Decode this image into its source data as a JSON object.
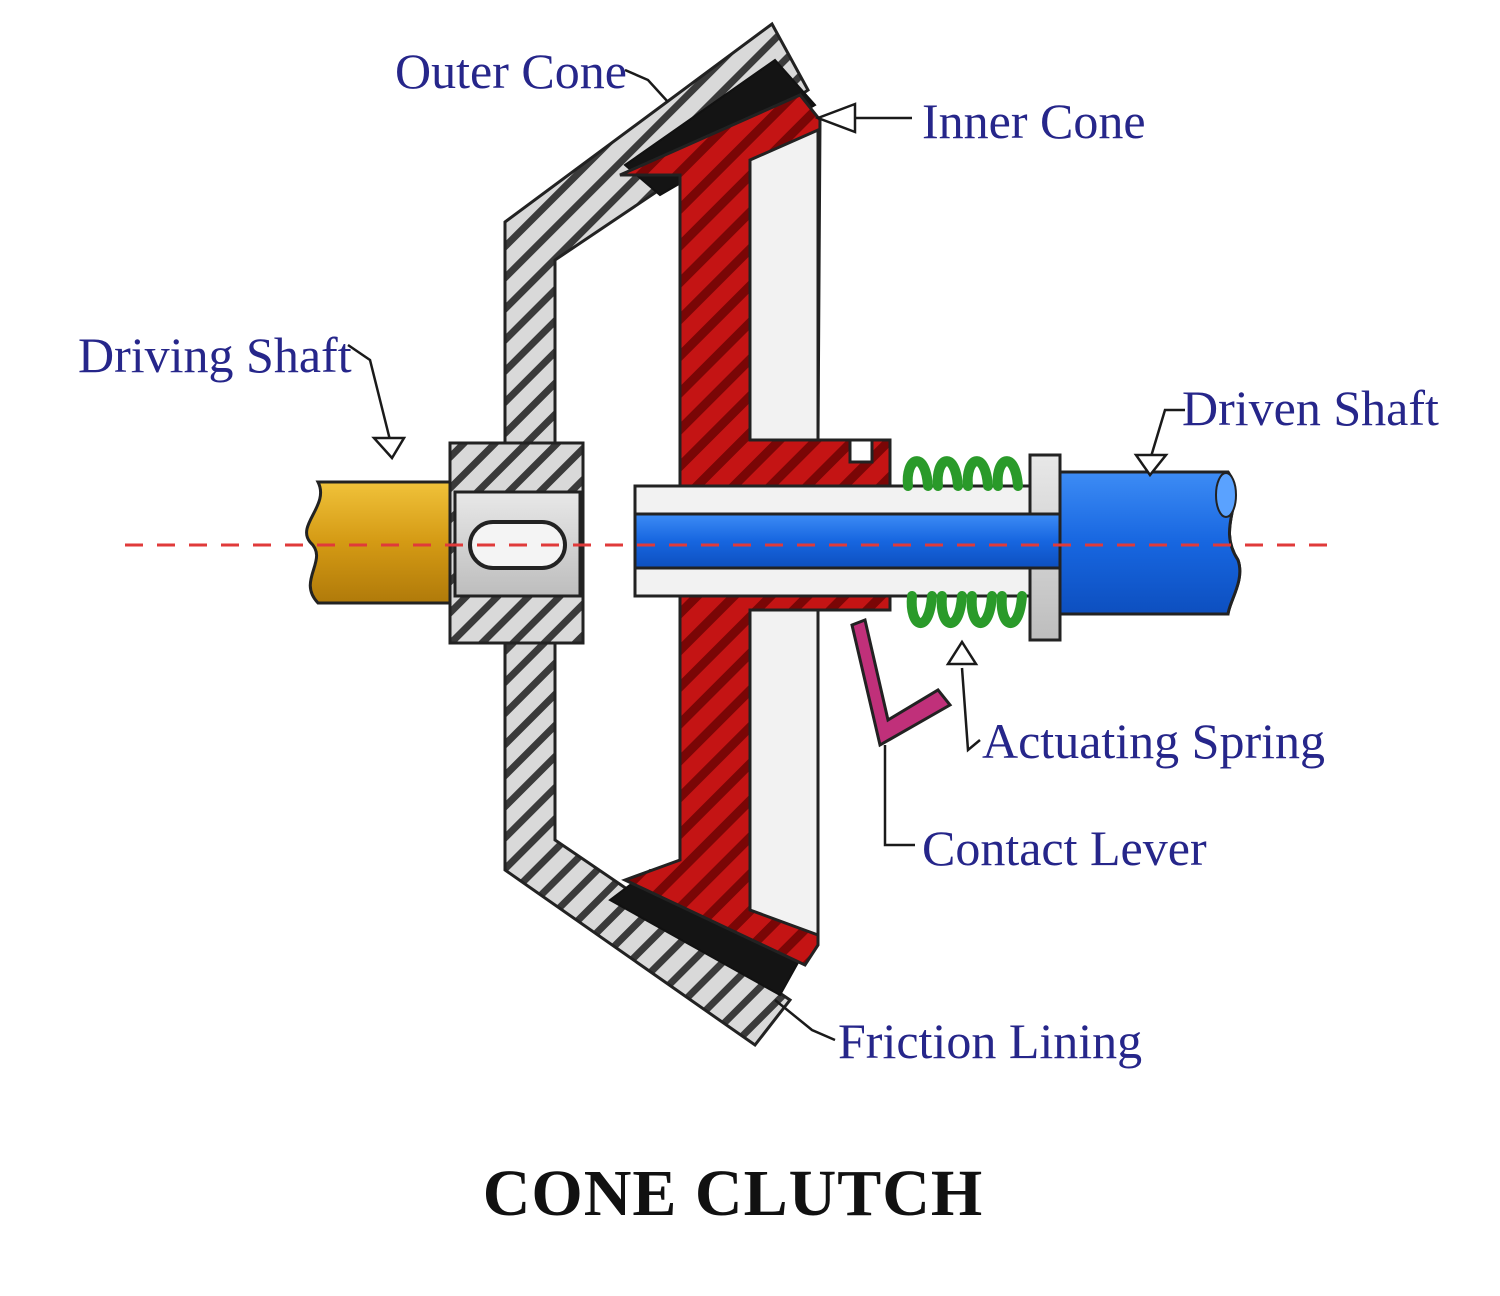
{
  "title": "CONE CLUTCH",
  "labels": {
    "outer_cone": "Outer Cone",
    "inner_cone": "Inner Cone",
    "driving_shaft": "Driving Shaft",
    "driven_shaft": "Driven Shaft",
    "actuating_spring": "Actuating Spring",
    "contact_lever": "Contact Lever",
    "friction_lining": "Friction Lining"
  },
  "colors": {
    "label_text": "#26268a",
    "title_text": "#111111",
    "outer_cone": "#c8c8c8",
    "inner_cone": "#c81010",
    "friction_lining": "#141414",
    "driving_shaft": "#d9a51c",
    "driven_shaft": "#1f6fe6",
    "spring": "#2a9a2a",
    "lever": "#c0307a",
    "centerline": "#e03a3a"
  }
}
